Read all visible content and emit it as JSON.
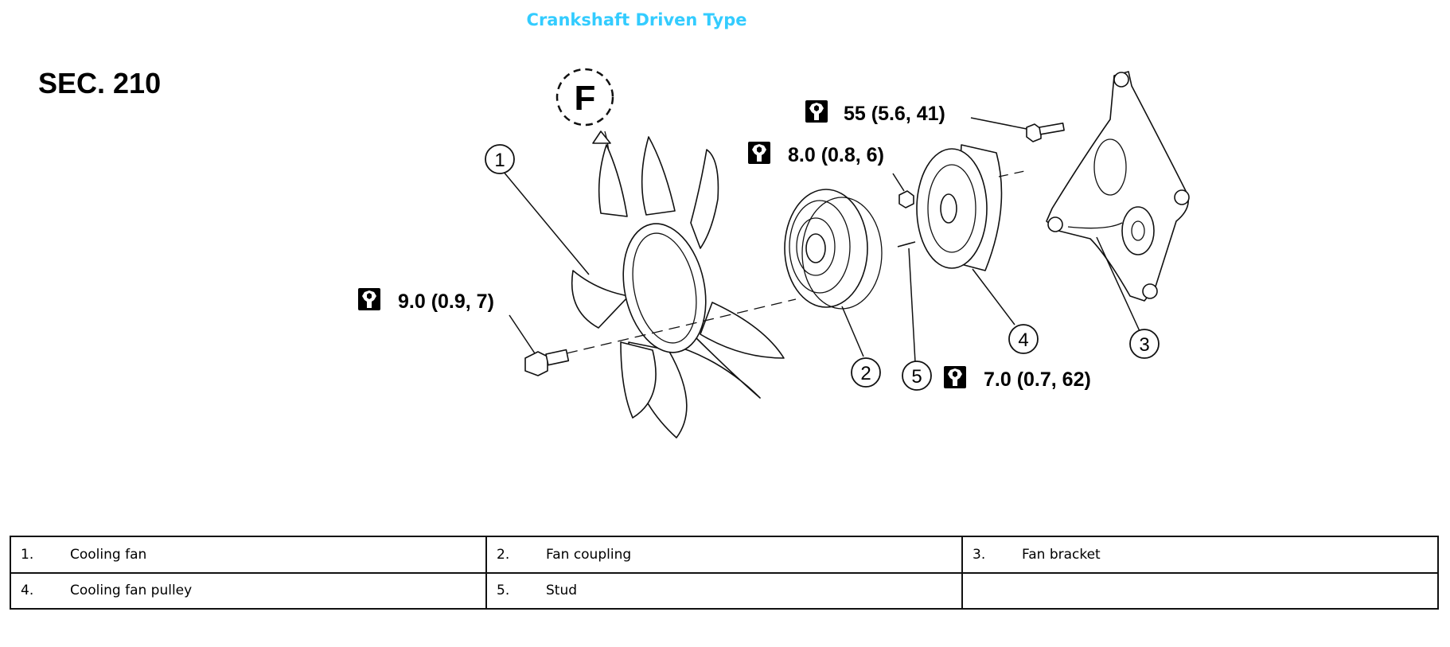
{
  "title": "Crankshaft Driven Type",
  "section": "SEC. 210",
  "front_marker": "F",
  "callouts": [
    "1",
    "2",
    "3",
    "4",
    "5"
  ],
  "torques": {
    "t55": "55 (5.6, 41)",
    "t8": "8.0 (0.8, 6)",
    "t9": "9.0 (0.9, 7)",
    "t7": "7.0 (0.7, 62)"
  },
  "icons": {
    "torque": "torque-wrench-icon"
  },
  "legend": {
    "rows": [
      [
        {
          "num": "1.",
          "label": "Cooling fan"
        },
        {
          "num": "2.",
          "label": "Fan coupling"
        },
        {
          "num": "3.",
          "label": "Fan bracket"
        }
      ],
      [
        {
          "num": "4.",
          "label": "Cooling fan pulley"
        },
        {
          "num": "5.",
          "label": "Stud"
        },
        {
          "num": "",
          "label": ""
        }
      ]
    ]
  },
  "colors": {
    "title": "#33ccff",
    "ink": "#111111"
  }
}
